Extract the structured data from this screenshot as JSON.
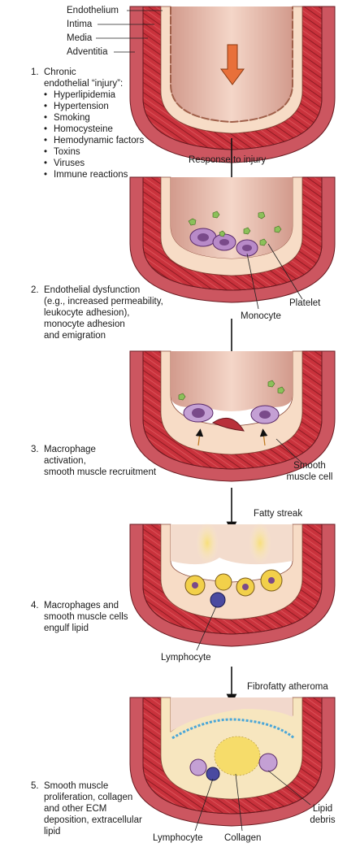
{
  "layer_labels": [
    "Endothelium",
    "Intima",
    "Media",
    "Adventitia"
  ],
  "step1": {
    "number": "1.",
    "lines": [
      "Chronic",
      "endothelial “injury”:"
    ],
    "bullets": [
      "Hyperlipidemia",
      "Hypertension",
      "Smoking",
      "Homocysteine",
      "Hemodynamic factors",
      "Toxins",
      "Viruses",
      "Immune reactions"
    ]
  },
  "arrow_label_1": "Response to injury",
  "step2": {
    "number": "2.",
    "lines": [
      "Endothelial dysfunction",
      "(e.g., increased permeability,",
      "leukocyte adhesion),",
      "monocyte adhesion",
      "and emigration"
    ]
  },
  "stage2_labels": {
    "platelet": "Platelet",
    "monocyte": "Monocyte"
  },
  "step3": {
    "number": "3.",
    "lines": [
      "Macrophage",
      "activation,",
      "smooth muscle recruitment"
    ]
  },
  "stage3_labels": {
    "smooth_muscle": [
      "Smooth",
      "muscle cell"
    ]
  },
  "arrow_label_3": "Fatty streak",
  "step4": {
    "number": "4.",
    "lines": [
      "Macrophages and",
      "smooth muscle cells",
      "engulf lipid"
    ]
  },
  "stage4_labels": {
    "lymphocyte": "Lymphocyte"
  },
  "arrow_label_4": "Fibrofatty atheroma",
  "step5": {
    "number": "5.",
    "lines": [
      "Smooth muscle",
      "proliferation, collagen",
      "and other ECM",
      "deposition, extracellular",
      "lipid"
    ]
  },
  "stage5_labels": {
    "lymphocyte": "Lymphocyte",
    "collagen": "Collagen",
    "lipid_debris": [
      "Lipid",
      "debris"
    ]
  },
  "colors": {
    "adventitia": "#c8505a",
    "media": "#c4343e",
    "intima": "#f6dcc4",
    "endothelium": "#e9bfa5",
    "lumen": "#e8b9a8",
    "arrow_orange": "#e8703a",
    "platelet": "#8cc05a",
    "monocyte": "#b88ac8",
    "lipid": "#f2d04a",
    "collagen": "#4aa6d8",
    "lymphocyte": "#4a4aa0"
  }
}
